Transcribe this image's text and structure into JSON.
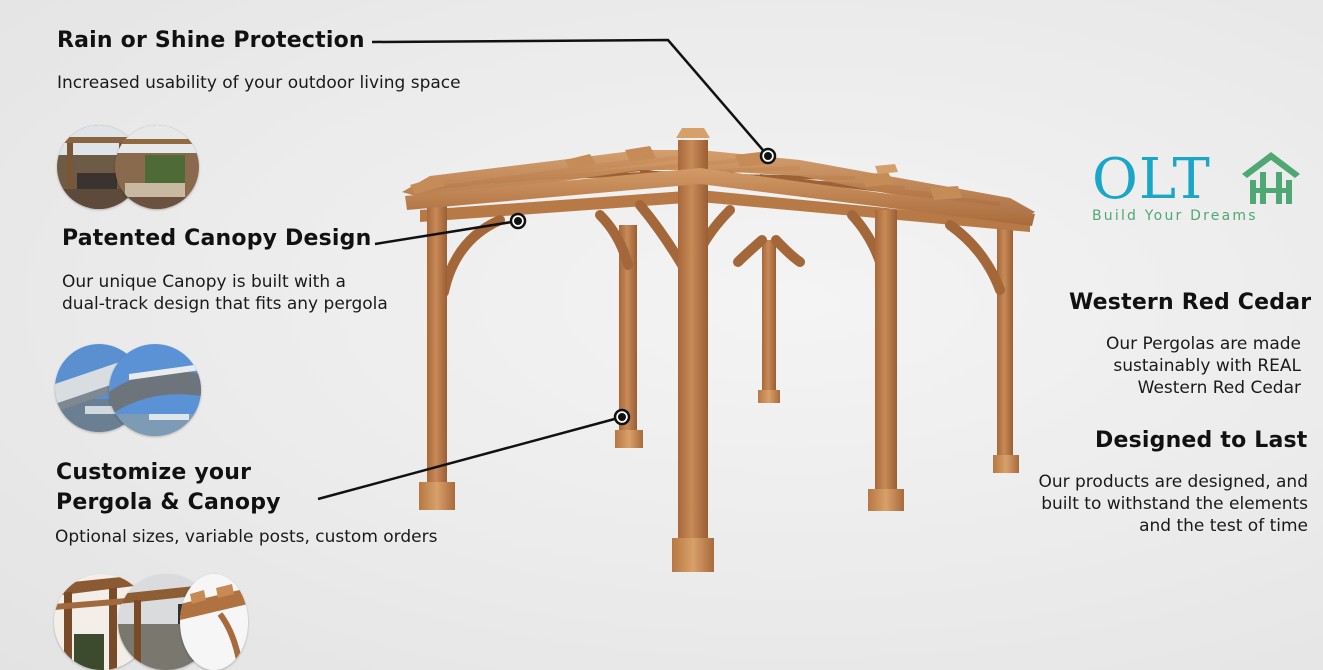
{
  "features": {
    "rain": {
      "title": "Rain or Shine Protection",
      "desc": "Increased usability of your outdoor living space"
    },
    "canopy": {
      "title": "Patented Canopy Design",
      "desc_line1": "Our unique Canopy is built with a",
      "desc_line2": "dual-track design that fits any pergola"
    },
    "customize": {
      "title_line1": "Customize your",
      "title_line2": "Pergola & Canopy",
      "desc": "Optional sizes, variable posts, custom orders"
    },
    "cedar": {
      "title": "Western Red Cedar",
      "desc_line1": "Our Pergolas are made",
      "desc_line2": "sustainably with REAL",
      "desc_line3": "Western Red Cedar"
    },
    "designed": {
      "title": "Designed to Last",
      "desc_line1": "Our products are designed, and",
      "desc_line2": "built to withstand the elements",
      "desc_line3": "and the test of time"
    }
  },
  "logo": {
    "wordmark": "OLT",
    "tagline": "Build Your Dreams",
    "icon": "house-grid-icon",
    "colors": {
      "wordmark": "#1aa6c7",
      "tagline": "#4fa874"
    }
  },
  "colors": {
    "background": "#ececec",
    "cedar": "#b8794a",
    "cedar_dark": "#8f5a33",
    "text": "#111111"
  }
}
